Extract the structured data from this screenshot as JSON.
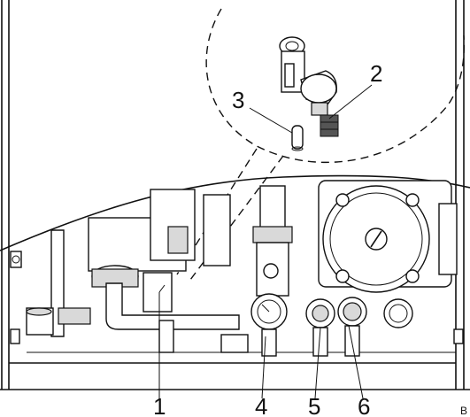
{
  "callouts": {
    "c1": "1",
    "c2": "2",
    "c3": "3",
    "c4": "4",
    "c5": "5",
    "c6": "6"
  },
  "corner_mark": "B"
}
